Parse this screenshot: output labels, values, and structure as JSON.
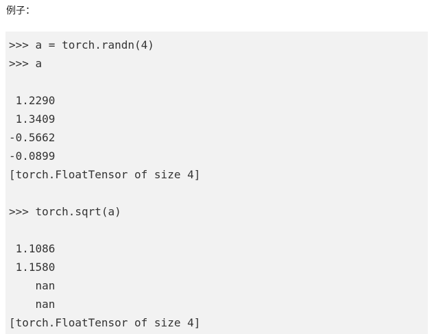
{
  "heading": "例子：",
  "code": {
    "lines": [
      ">>> a = torch.randn(4)",
      ">>> a",
      "",
      " 1.2290",
      " 1.3409",
      "-0.5662",
      "-0.0899",
      "[torch.FloatTensor of size 4]",
      "",
      ">>> torch.sqrt(a)",
      "",
      " 1.1086",
      " 1.1580",
      "    nan",
      "    nan",
      "[torch.FloatTensor of size 4]"
    ]
  }
}
